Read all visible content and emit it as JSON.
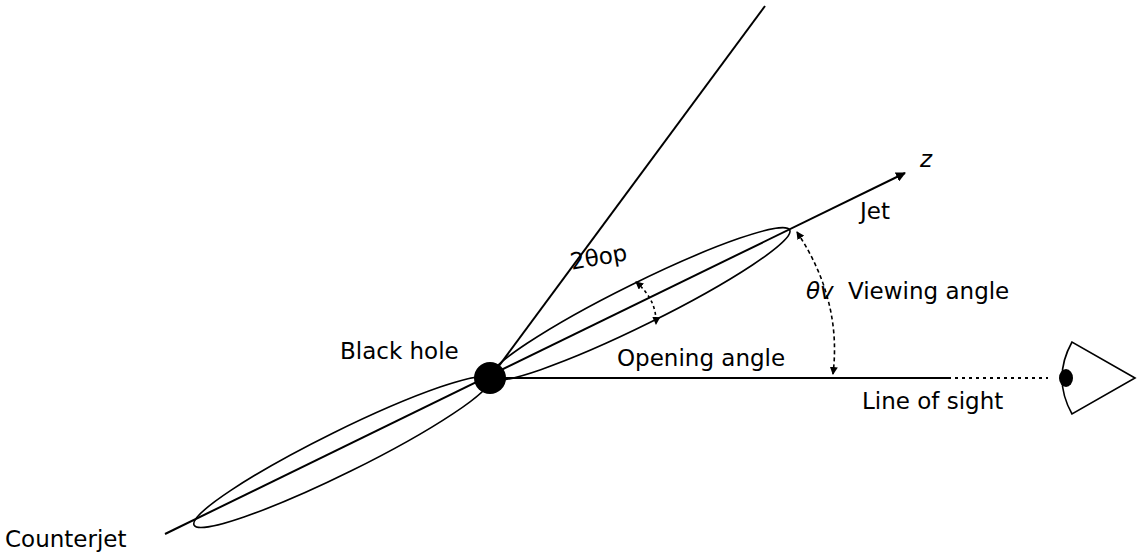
{
  "diagram": {
    "labels": [
      "z",
      "Jet",
      "2θop",
      "θv",
      "Viewing angle",
      "Black hole",
      "Opening angle",
      "Line of sight",
      "Counterjet"
    ]
  }
}
